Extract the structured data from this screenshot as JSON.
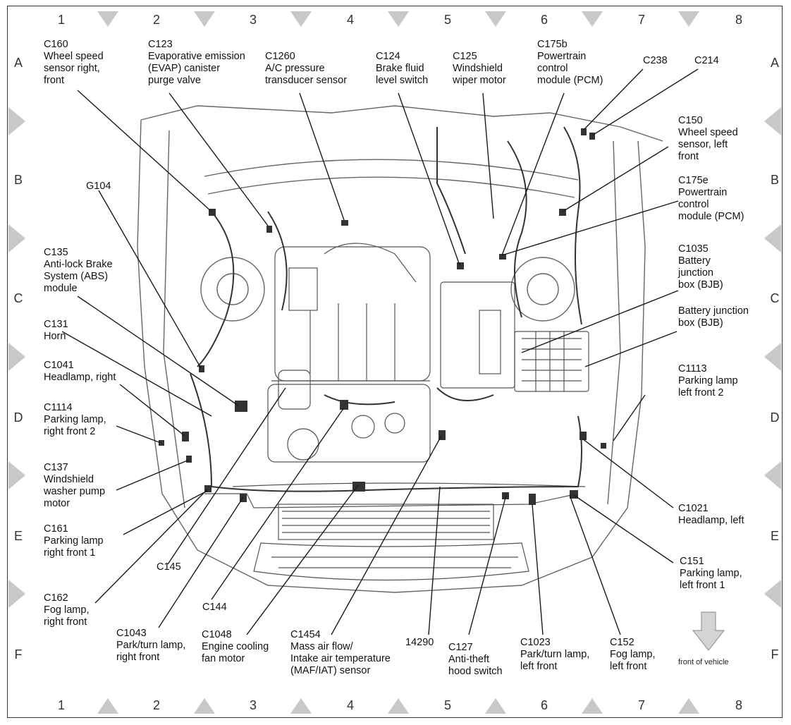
{
  "grid": {
    "columns": [
      "1",
      "2",
      "3",
      "4",
      "5",
      "6",
      "7",
      "8"
    ],
    "rows": [
      "A",
      "B",
      "C",
      "D",
      "E",
      "F"
    ]
  },
  "labels": {
    "c160": "C160\nWheel speed\nsensor right,\nfront",
    "c123": "C123\nEvaporative emission\n(EVAP) canister\npurge valve",
    "c1260": "C1260\nA/C pressure\ntransducer sensor",
    "c124": "C124\nBrake fluid\nlevel switch",
    "c125": "C125\nWindshield\nwiper motor",
    "c175b": "C175b\nPowertrain\ncontrol\nmodule (PCM)",
    "c238": "C238",
    "c214": "C214",
    "c150": "C150\nWheel speed\nsensor, left\nfront",
    "c175e": "C175e\nPowertrain\ncontrol\nmodule (PCM)",
    "c1035": "C1035\nBattery\njunction\nbox (BJB)",
    "bjb": "Battery junction\nbox (BJB)",
    "c1113": "C1113\nParking lamp\nleft front 2",
    "c1021": "C1021\nHeadlamp, left",
    "c151": "C151\nParking lamp,\nleft front 1",
    "c152": "C152\nFog lamp,\nleft front",
    "c1023": "C1023\nPark/turn lamp,\nleft front",
    "c127": "C127\nAnti-theft\nhood switch",
    "n14290": "14290",
    "c1454": "C1454\nMass air flow/\nIntake air temperature\n(MAF/IAT) sensor",
    "c1048": "C1048\nEngine cooling\nfan motor",
    "c144": "C144",
    "c1043": "C1043\nPark/turn lamp,\nright front",
    "c162": "C162\nFog lamp,\nright front",
    "c145": "C145",
    "c161": "C161\nParking lamp\nright front 1",
    "c137": "C137\nWindshield\nwasher pump\nmotor",
    "c1114": "C1114\nParking lamp,\nright front 2",
    "c1041": "C1041\nHeadlamp, right",
    "c131": "C131\nHorn",
    "c135": "C135\nAnti-lock Brake\nSystem (ABS)\nmodule",
    "g104": "G104"
  },
  "legend": {
    "front_of_vehicle": "front of vehicle"
  },
  "colors": {
    "line": "#1a1a1a",
    "drawing": "#555555",
    "grid_marker": "#c8c8c8",
    "arrow_fill": "#d4d4d4"
  }
}
